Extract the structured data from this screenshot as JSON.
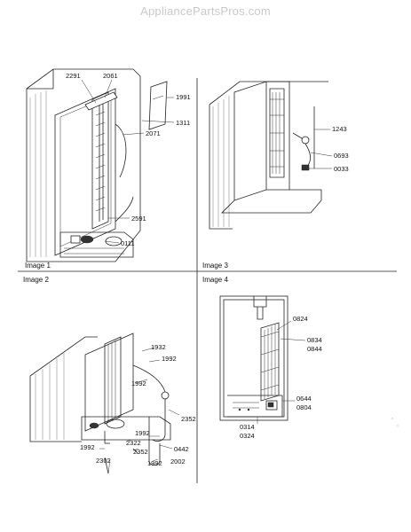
{
  "watermark": "AppliancePartsPros.com",
  "panels": [
    {
      "label": "Image 1"
    },
    {
      "label": "Image 2"
    },
    {
      "label": "Image 3"
    },
    {
      "label": "Image 4"
    }
  ],
  "image1_parts": [
    "2291",
    "2061",
    "1991",
    "1311",
    "2071",
    "2591",
    "0111"
  ],
  "image2_parts": [
    "1932",
    "1992",
    "1992",
    "2352",
    "1992",
    "2322",
    "2352",
    "0442",
    "1992",
    "2302",
    "1992",
    "2002"
  ],
  "image3_parts": [
    "1243",
    "0693",
    "0033"
  ],
  "image4_parts": [
    "0824",
    "0834",
    "0844",
    "0644",
    "0804",
    "0314",
    "0324"
  ]
}
